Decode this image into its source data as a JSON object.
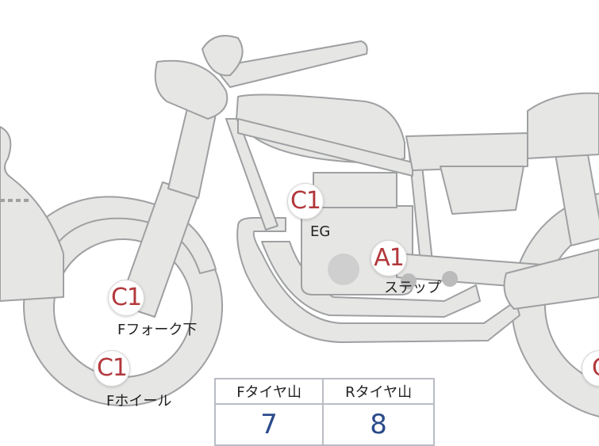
{
  "colors": {
    "bike_fill": "#e6e6e4",
    "bike_stroke": "#9ea0a2",
    "badge_text": "#b2383c",
    "value_text": "#2b4b8a",
    "table_border": "#b9bcc4"
  },
  "markers": [
    {
      "grade": "C1",
      "label": "EG"
    },
    {
      "grade": "A1",
      "label": "ステップ"
    },
    {
      "grade": "C1",
      "label": "Fフォーク下"
    },
    {
      "grade": "C1",
      "label": "Fホイール"
    },
    {
      "grade": "C"
    }
  ],
  "tire_table": {
    "front_header": "Fタイヤ山",
    "rear_header": "Rタイヤ山",
    "front_value": "7",
    "rear_value": "8"
  }
}
